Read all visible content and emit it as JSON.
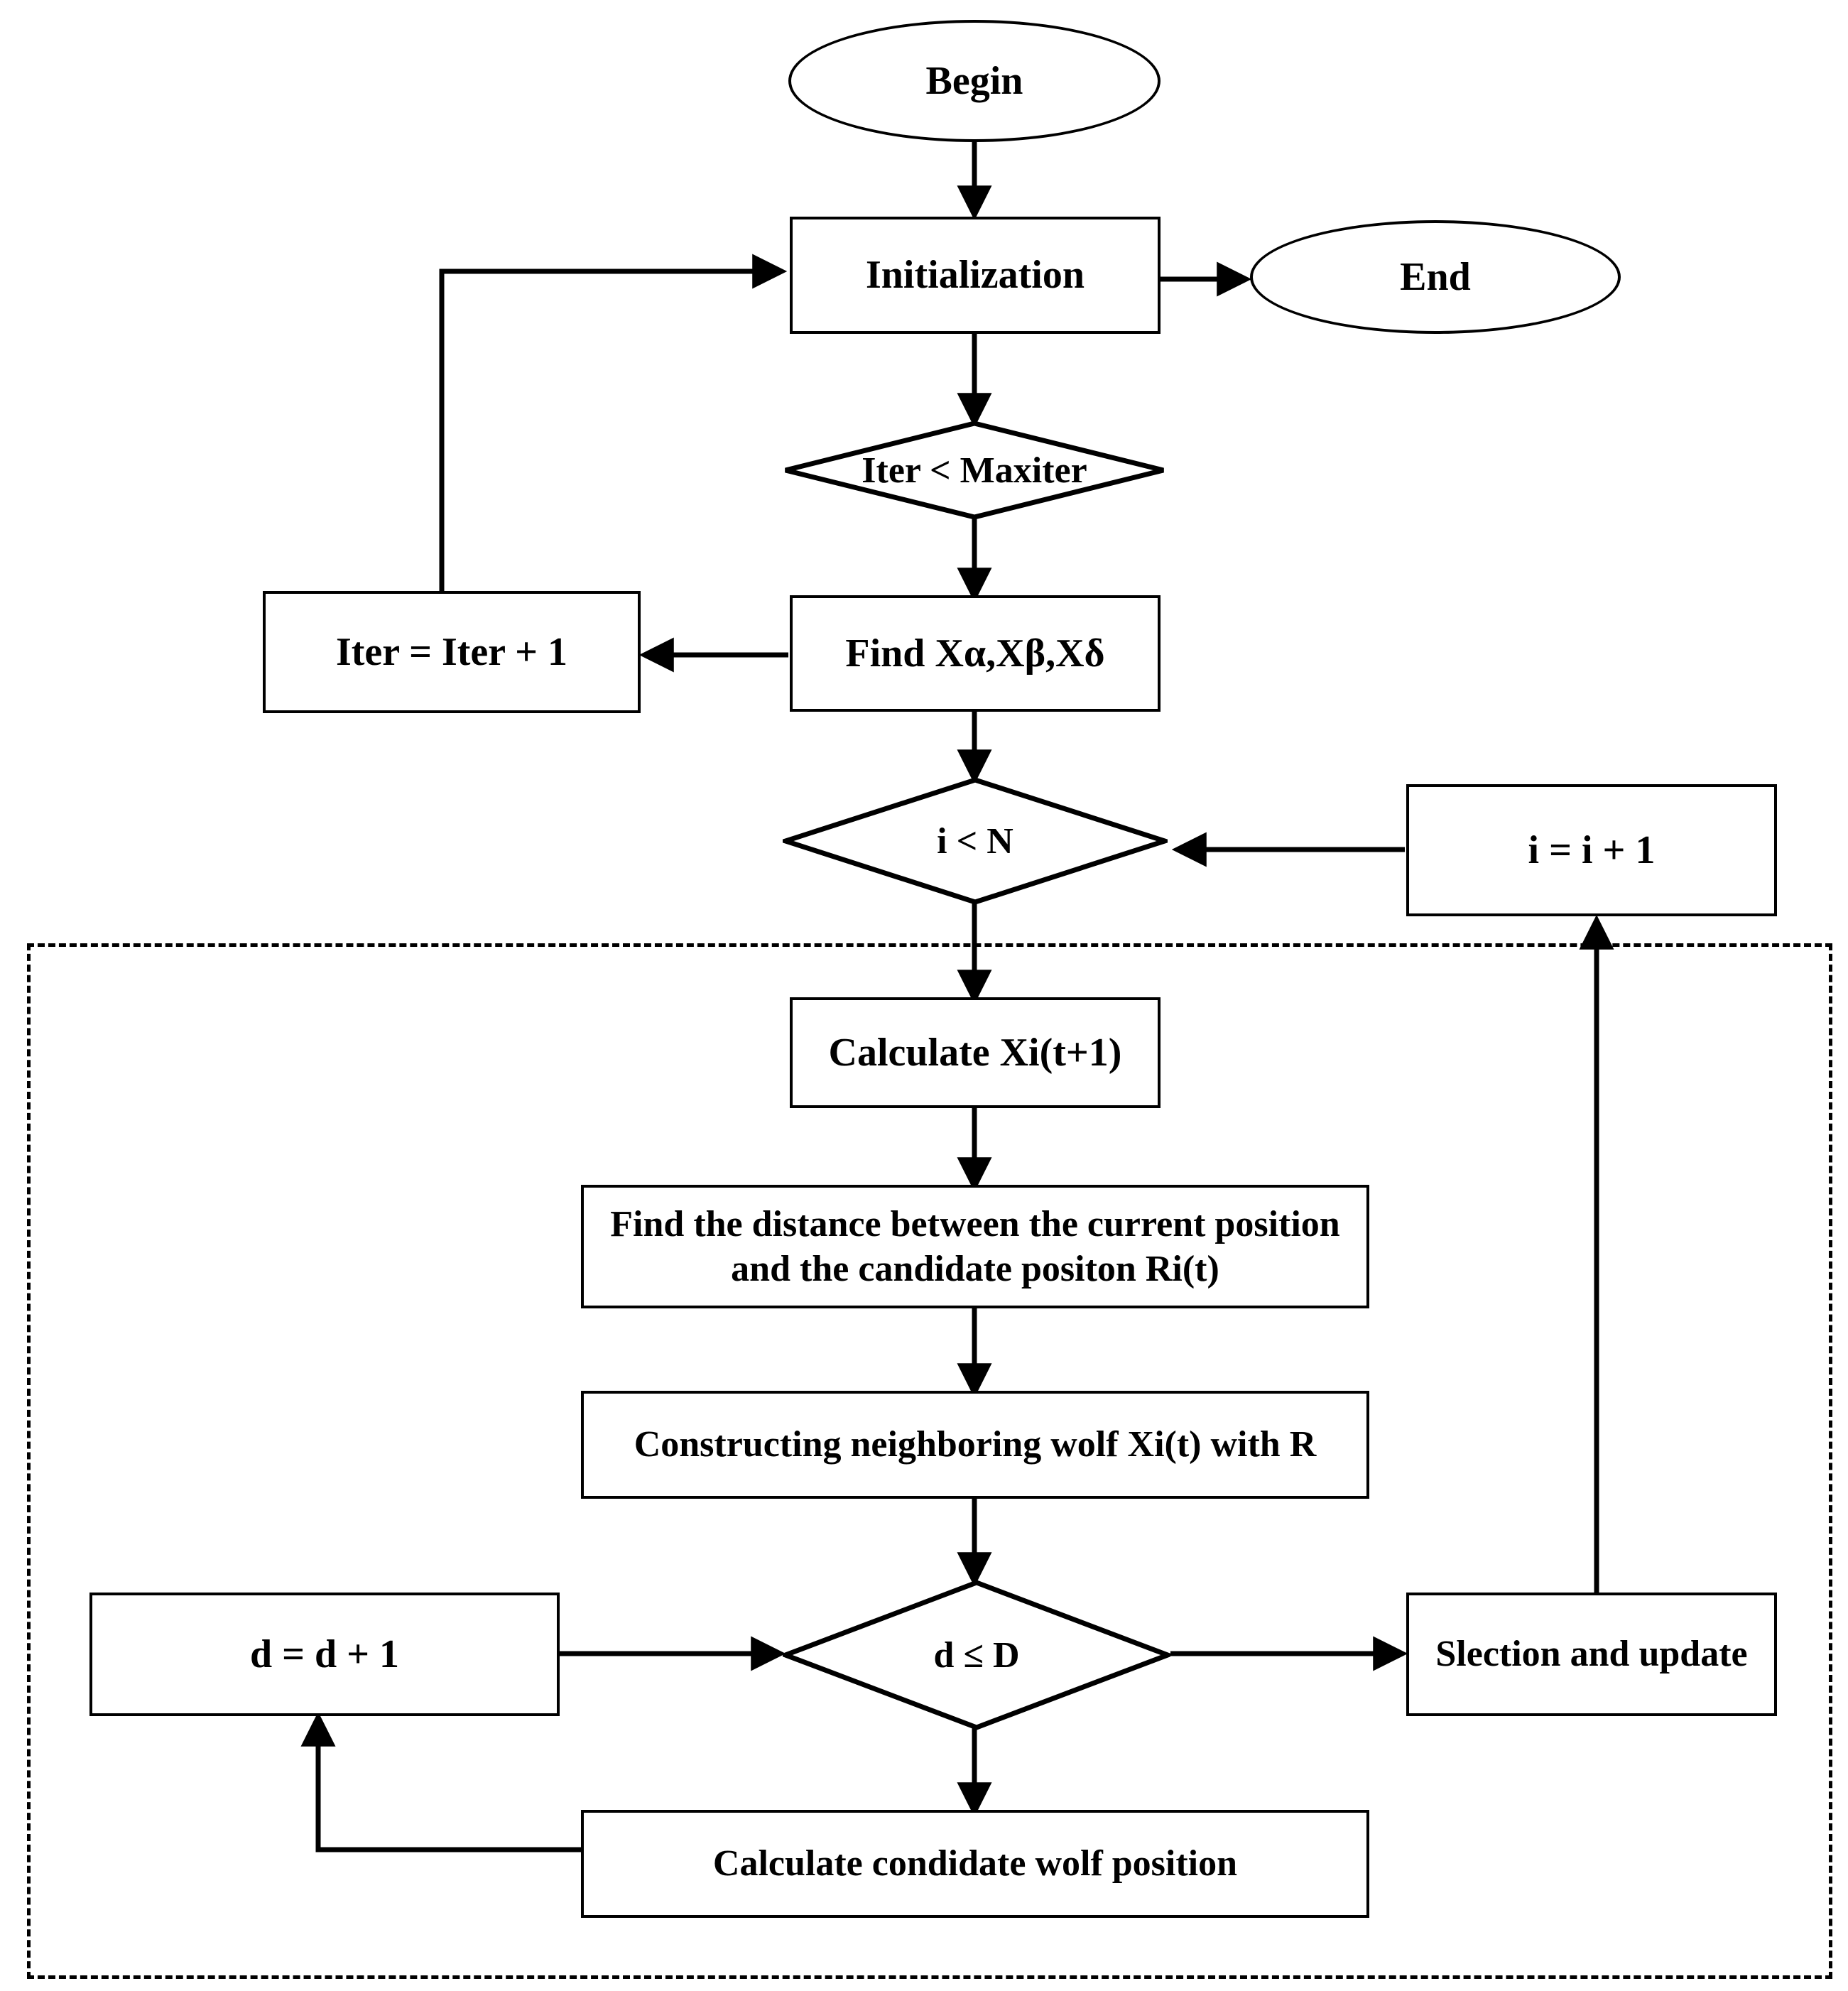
{
  "diagram": {
    "title": "Grey Wolf Optimizer with neighboring wolf construction flowchart",
    "colors": {
      "stroke": "#000000",
      "fill": "#ffffff",
      "background": "#ffffff"
    },
    "nodes": {
      "begin": "Begin",
      "initialization": "Initialization",
      "end": "End",
      "iter_condition": "Iter < Maxiter",
      "iter_increment": "Iter = Iter + 1",
      "find_leaders": "Find Xα,Xβ,Xδ",
      "i_condition": "i < N",
      "i_increment": "i = i + 1",
      "calculate_xi": "Calculate Xi(t+1)",
      "find_distance_line1": "Find the distance between the current position",
      "find_distance_line2": "and the candidate positon Ri(t)",
      "constructing_neighbor": "Constructing neighboring wolf Xi(t) with R",
      "d_increment": "d = d + 1",
      "d_condition": "d ≤ D",
      "selection_update": "Slection and update",
      "calculate_candidate": "Calculate condidate wolf position"
    }
  }
}
